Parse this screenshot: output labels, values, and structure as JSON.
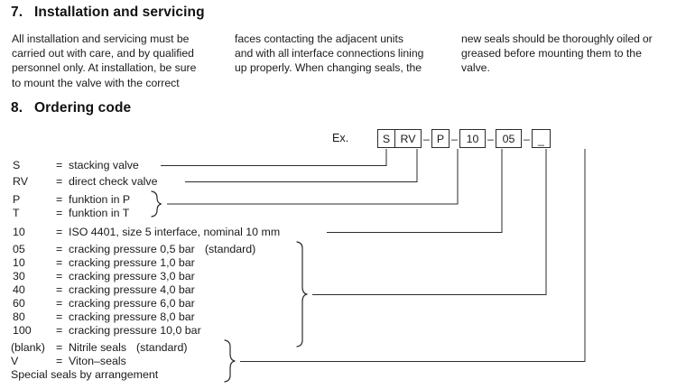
{
  "sections": [
    {
      "number": "7.",
      "title": "Installation and servicing"
    },
    {
      "number": "8.",
      "title": "Ordering code"
    }
  ],
  "body_columns": [
    {
      "name": "column-1",
      "lines": [
        "All installation and servicing  must be",
        "carried out with care, and by qualified",
        "personnel only. At installation, be sure",
        "to mount the valve with the correct"
      ]
    },
    {
      "name": "column-2",
      "lines": [
        "faces  contacting  the  adjacent  units",
        "and with all interface connections lining",
        "up properly. When changing seals, the"
      ]
    },
    {
      "name": "column-3",
      "lines": [
        "new seals should be thoroughly oiled or",
        "greased  before  mounting  them  to  the",
        "valve."
      ]
    }
  ],
  "ordering_code": {
    "example_label": "Ex.",
    "dash": "–",
    "boxes": [
      {
        "id": "stacking",
        "value": "S"
      },
      {
        "id": "valve-type",
        "value": "RV"
      },
      {
        "id": "function",
        "value": "P"
      },
      {
        "id": "interface",
        "value": "10"
      },
      {
        "id": "cracking-pressure",
        "value": "05"
      },
      {
        "id": "seals",
        "value": "_"
      }
    ]
  },
  "legend": {
    "groups": [
      {
        "name": "stacking",
        "rows": [
          {
            "code": "S",
            "eq": "=",
            "text": "stacking valve"
          }
        ]
      },
      {
        "name": "valve-type",
        "rows": [
          {
            "code": "RV",
            "eq": "=",
            "text": "direct check valve"
          }
        ]
      },
      {
        "name": "function",
        "rows": [
          {
            "code": "P",
            "eq": "=",
            "text": "funktion in P"
          },
          {
            "code": "T",
            "eq": "=",
            "text": "funktion in T"
          }
        ]
      },
      {
        "name": "interface",
        "rows": [
          {
            "code": "10",
            "eq": "=",
            "text": "ISO 4401, size 5 interface, nominal 10 mm"
          }
        ]
      },
      {
        "name": "cracking-pressure",
        "rows": [
          {
            "code": "05",
            "eq": "=",
            "text": "cracking pressure 0,5 bar",
            "note": "(standard)"
          },
          {
            "code": "10",
            "eq": "=",
            "text": "cracking pressure 1,0 bar"
          },
          {
            "code": "30",
            "eq": "=",
            "text": "cracking pressure 3,0 bar"
          },
          {
            "code": "40",
            "eq": "=",
            "text": "cracking pressure 4,0 bar"
          },
          {
            "code": "60",
            "eq": "=",
            "text": "cracking pressure 6,0 bar"
          },
          {
            "code": "80",
            "eq": "=",
            "text": "cracking pressure 8,0 bar"
          },
          {
            "code": "100",
            "eq": "=",
            "text": "cracking pressure 10,0 bar"
          }
        ]
      },
      {
        "name": "seals",
        "rows": [
          {
            "code": "(blank)",
            "eq": "=",
            "text": "Nitrile seals",
            "note": "(standard)"
          },
          {
            "code": "V",
            "eq": "=",
            "text": "Viton–seals"
          },
          {
            "code": "Special seals by arrangement",
            "eq": "",
            "text": ""
          }
        ]
      }
    ]
  },
  "colors": {
    "ink": "#1a1a1a",
    "rule": "#2b2b2b",
    "paper": "#ffffff"
  }
}
